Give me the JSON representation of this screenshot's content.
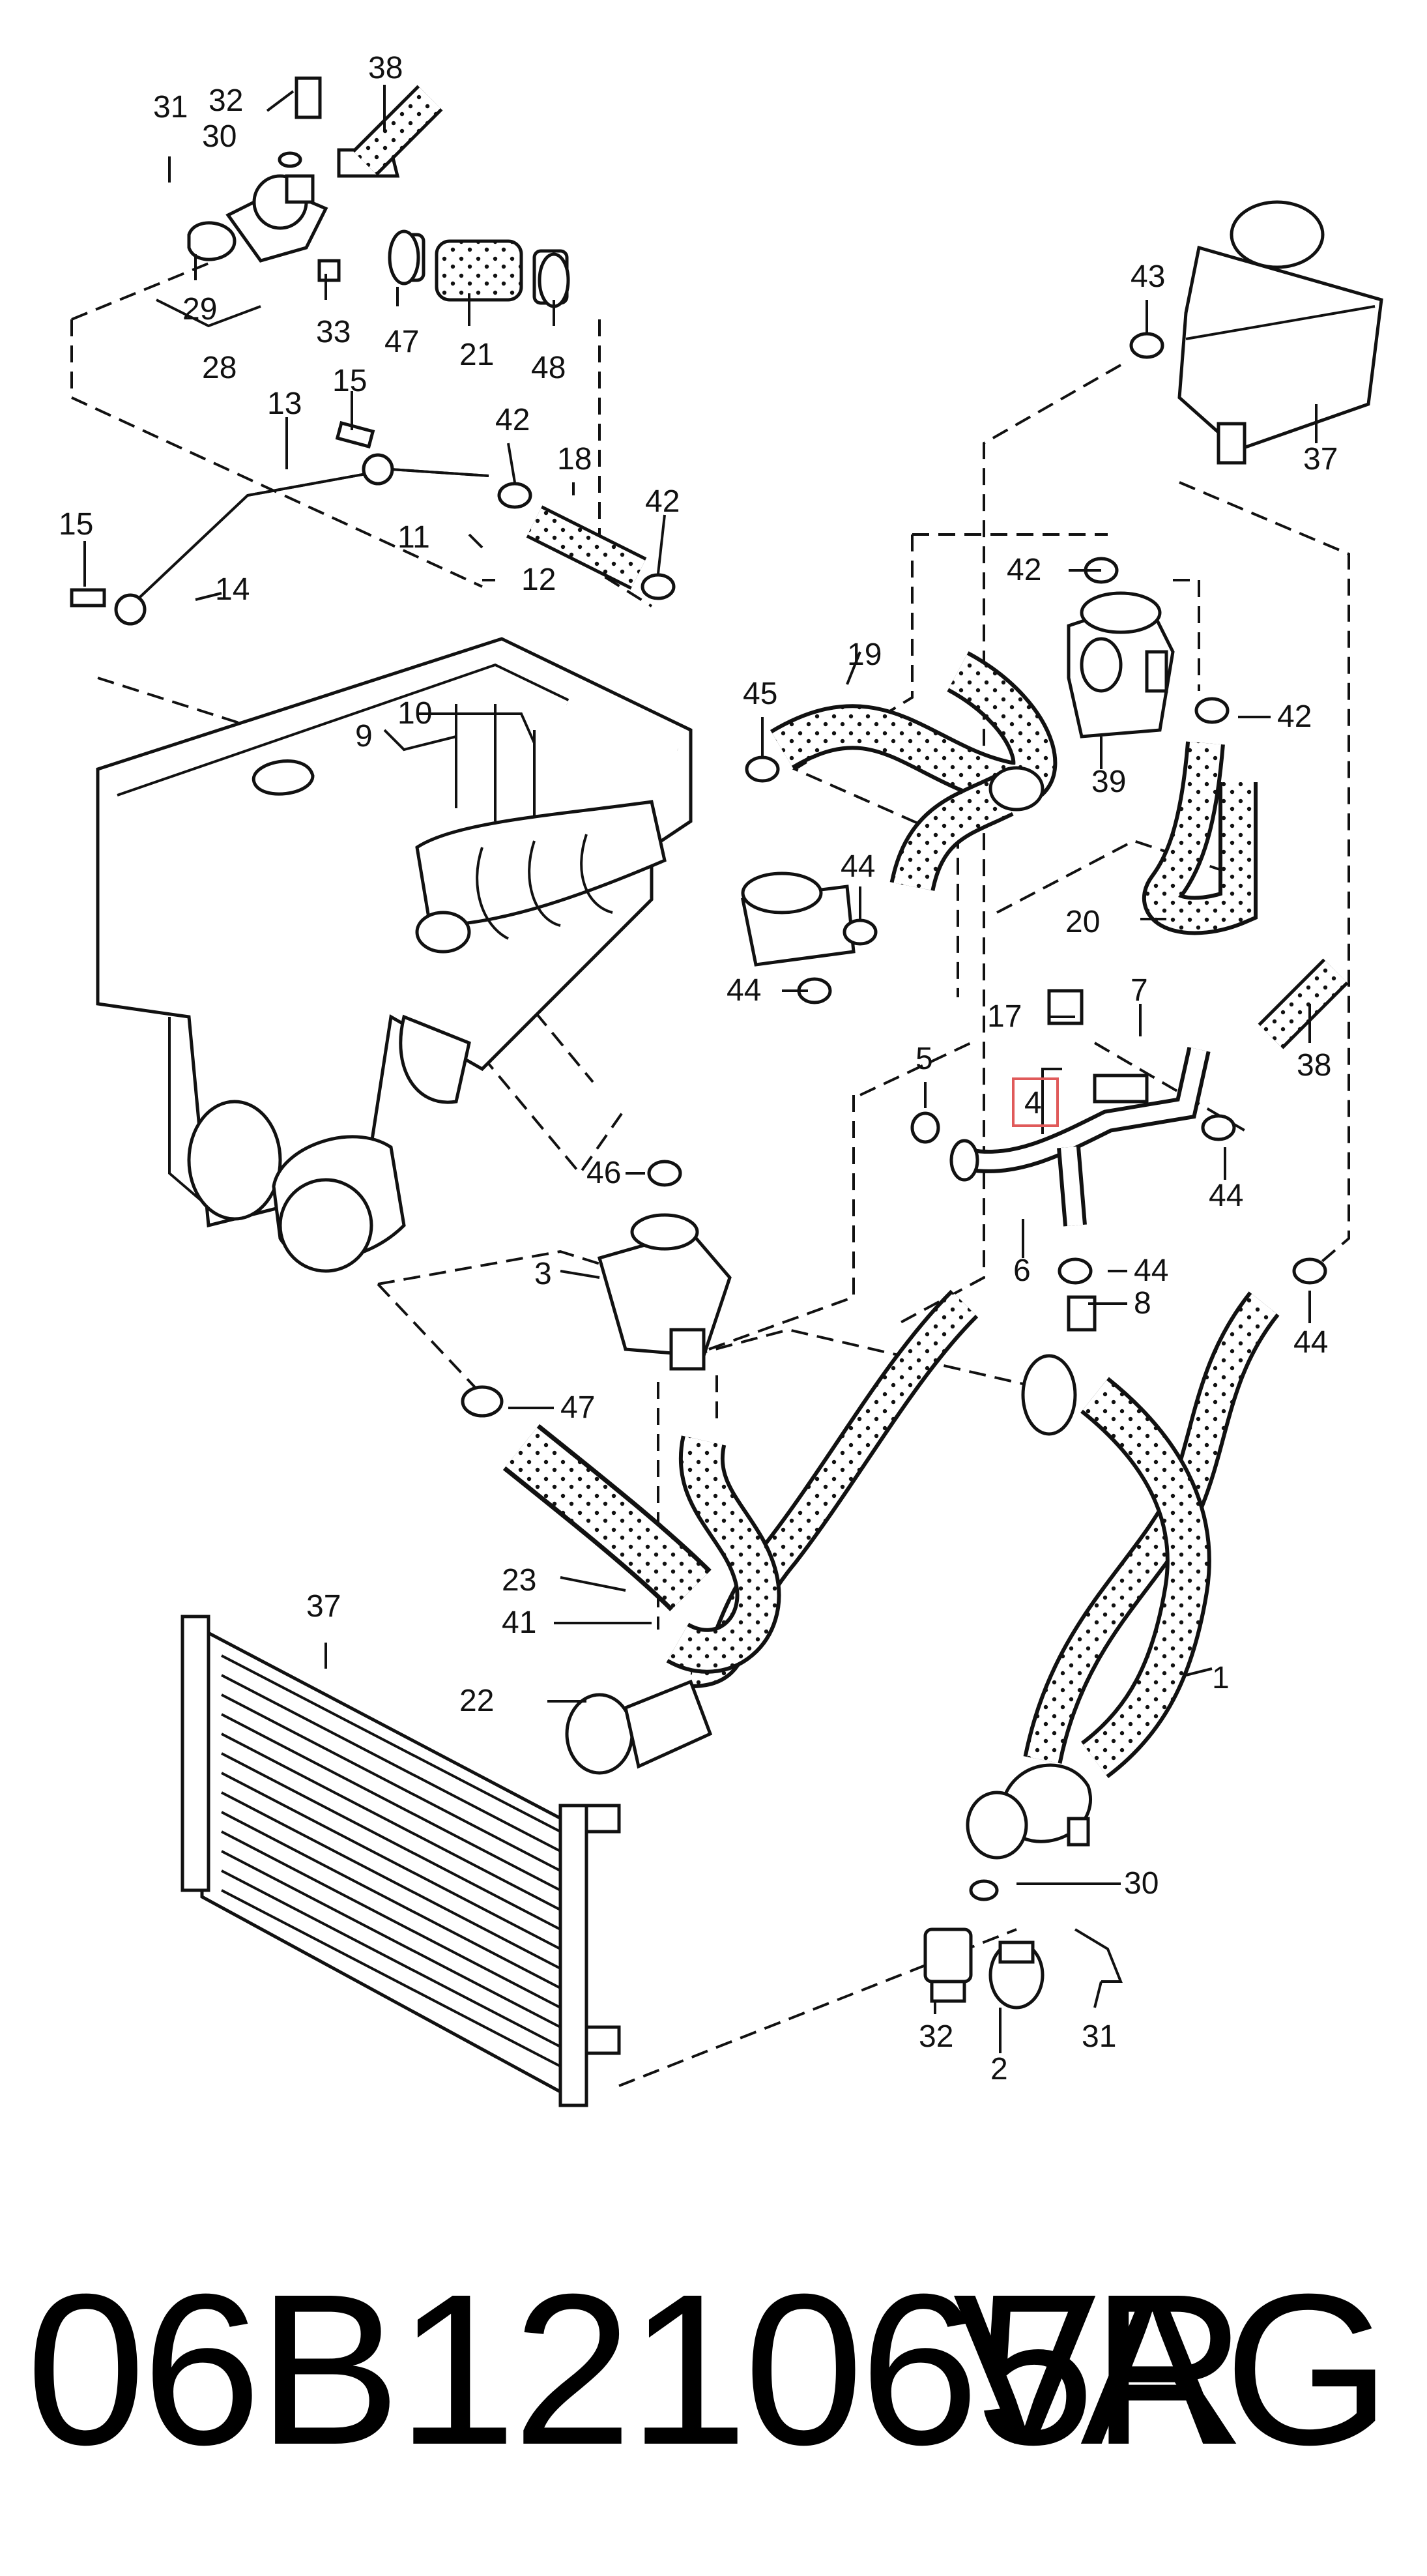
{
  "highlight_color": "#e05a5a",
  "highlighted_part": "4",
  "footer": {
    "part_number": "06B121065R",
    "brand": "VAG"
  },
  "labels": {
    "l1": "1",
    "l2": "2",
    "l3": "3",
    "l4": "4",
    "l5": "5",
    "l6": "6",
    "l7": "7",
    "l8": "8",
    "l9": "9",
    "l10": "10",
    "l11": "11",
    "l12": "12",
    "l13": "13",
    "l14": "14",
    "l15a": "15",
    "l15b": "15",
    "l17": "17",
    "l18": "18",
    "l19": "19",
    "l20": "20",
    "l21": "21",
    "l22": "22",
    "l23": "23",
    "l28": "28",
    "l29": "29",
    "l30a": "30",
    "l30b": "30",
    "l31a": "31",
    "l31b": "31",
    "l32a": "32",
    "l32b": "32",
    "l33": "33",
    "l37a": "37",
    "l37b": "37",
    "l38a": "38",
    "l38b": "38",
    "l39": "39",
    "l41": "41",
    "l42a": "42",
    "l42b": "42",
    "l42c": "42",
    "l42d": "42",
    "l43": "43",
    "l44a": "44",
    "l44b": "44",
    "l44c": "44",
    "l44d": "44",
    "l44e": "44",
    "l45": "45",
    "l46": "46",
    "l47a": "47",
    "l47b": "47",
    "l48": "48"
  }
}
